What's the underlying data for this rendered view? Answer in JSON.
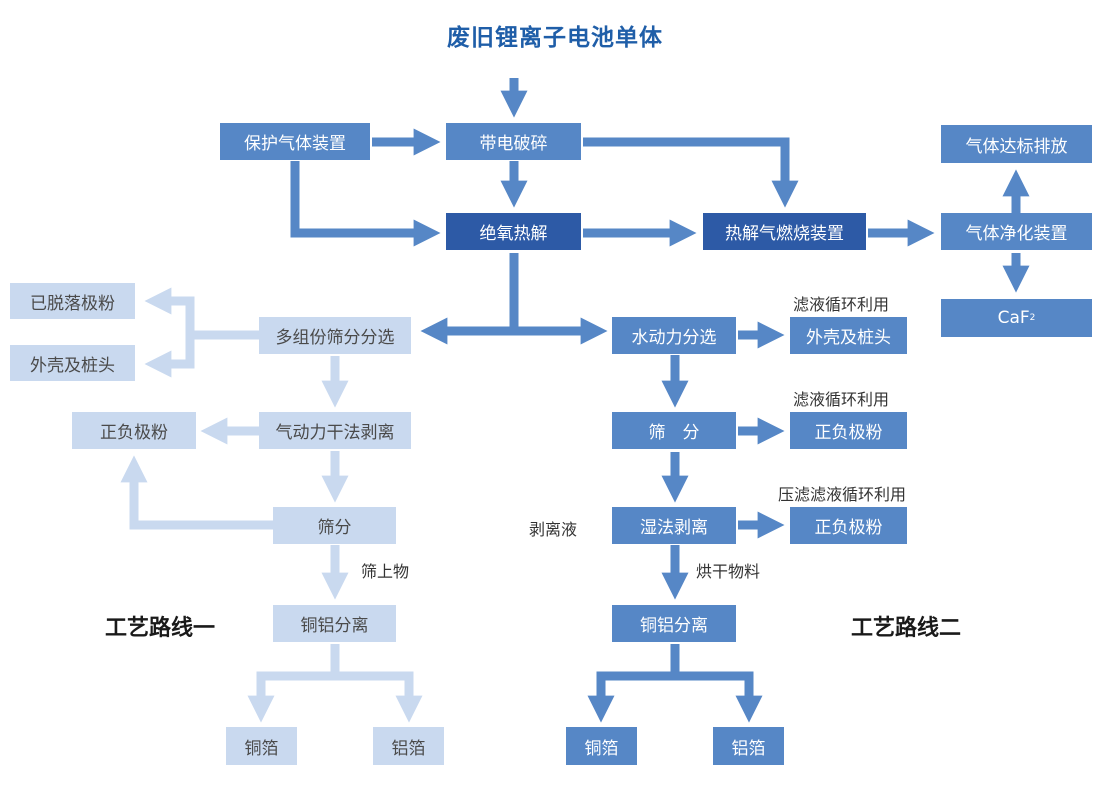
{
  "title": "废旧锂离子电池单体",
  "routes": {
    "one": "工艺路线一",
    "two": "工艺路线二"
  },
  "boxes": {
    "protect_gas": "保护气体装置",
    "crush": "带电破碎",
    "pyrolysis": "绝氧热解",
    "pyro_gas_burn": "热解气燃烧装置",
    "gas_purify": "气体净化装置",
    "gas_emission": "气体达标排放",
    "caf2_base": "CaF",
    "caf2_sub": "2",
    "multi_screen": "多组份筛分分选",
    "detached_powder": "已脱落极粉",
    "shell_pole_left": "外壳及桩头",
    "pos_neg_powder_left": "正负极粉",
    "air_strip": "气动力干法剥离",
    "screen_left": "筛分",
    "cu_al_sep_left": "铜铝分离",
    "cu_foil_left": "铜箔",
    "al_foil_left": "铝箔",
    "water_sep": "水动力分选",
    "shell_pole_right": "外壳及桩头",
    "screen_right": "筛　分",
    "pos_neg_powder_right1": "正负极粉",
    "wet_strip": "湿法剥离",
    "pos_neg_powder_right2": "正负极粉",
    "cu_al_sep_right": "铜铝分离",
    "cu_foil_right": "铜箔",
    "al_foil_right": "铝箔"
  },
  "labels": {
    "filtrate_recycle_1": "滤液循环利用",
    "filtrate_recycle_2": "滤液循环利用",
    "press_filtrate_recycle": "压滤滤液循环利用",
    "strip_liquid": "剥离液",
    "screen_oversize": "筛上物",
    "dried_material": "烘干物料"
  },
  "colors": {
    "title": "#1f5ea8",
    "box_mid": "#5687c6",
    "box_dark": "#2d5aa6",
    "box_light": "#c9d9ef"
  }
}
